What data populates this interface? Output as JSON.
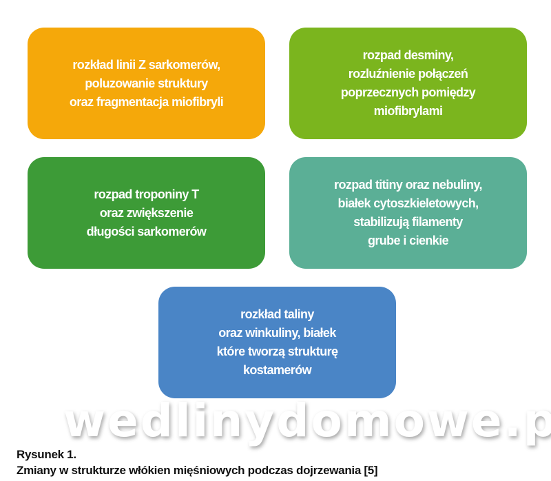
{
  "boxes": [
    {
      "lines": [
        "rozkład linii Z sarkomerów,",
        "poluzowanie struktury",
        "oraz fragmentacja miofibryli"
      ],
      "color": "#F5A80A"
    },
    {
      "lines": [
        "rozpad desminy,",
        "rozluźnienie połączeń",
        "poprzecznych pomiędzy",
        "miofibrylami"
      ],
      "color": "#7BB51E"
    },
    {
      "lines": [
        "rozpad troponiny T",
        "oraz zwiększenie",
        "długości sarkomerów"
      ],
      "color": "#3D9B37"
    },
    {
      "lines": [
        "rozpad titiny oraz nebuliny,",
        "białek cytoszkieletowych,",
        "stabilizują filamenty",
        "grube i cienkie"
      ],
      "color": "#5BAF96"
    },
    {
      "lines": [
        "rozkład taliny",
        "oraz winkuliny, białek",
        "które tworzą strukturę",
        "kostamerów"
      ],
      "color": "#4A85C6"
    }
  ],
  "caption": {
    "label": "Rysunek 1.",
    "title": "Zmiany w strukturze włókien mięśniowych podczas dojrzewania [5]"
  },
  "watermark": "wedlinydomowe.pl"
}
